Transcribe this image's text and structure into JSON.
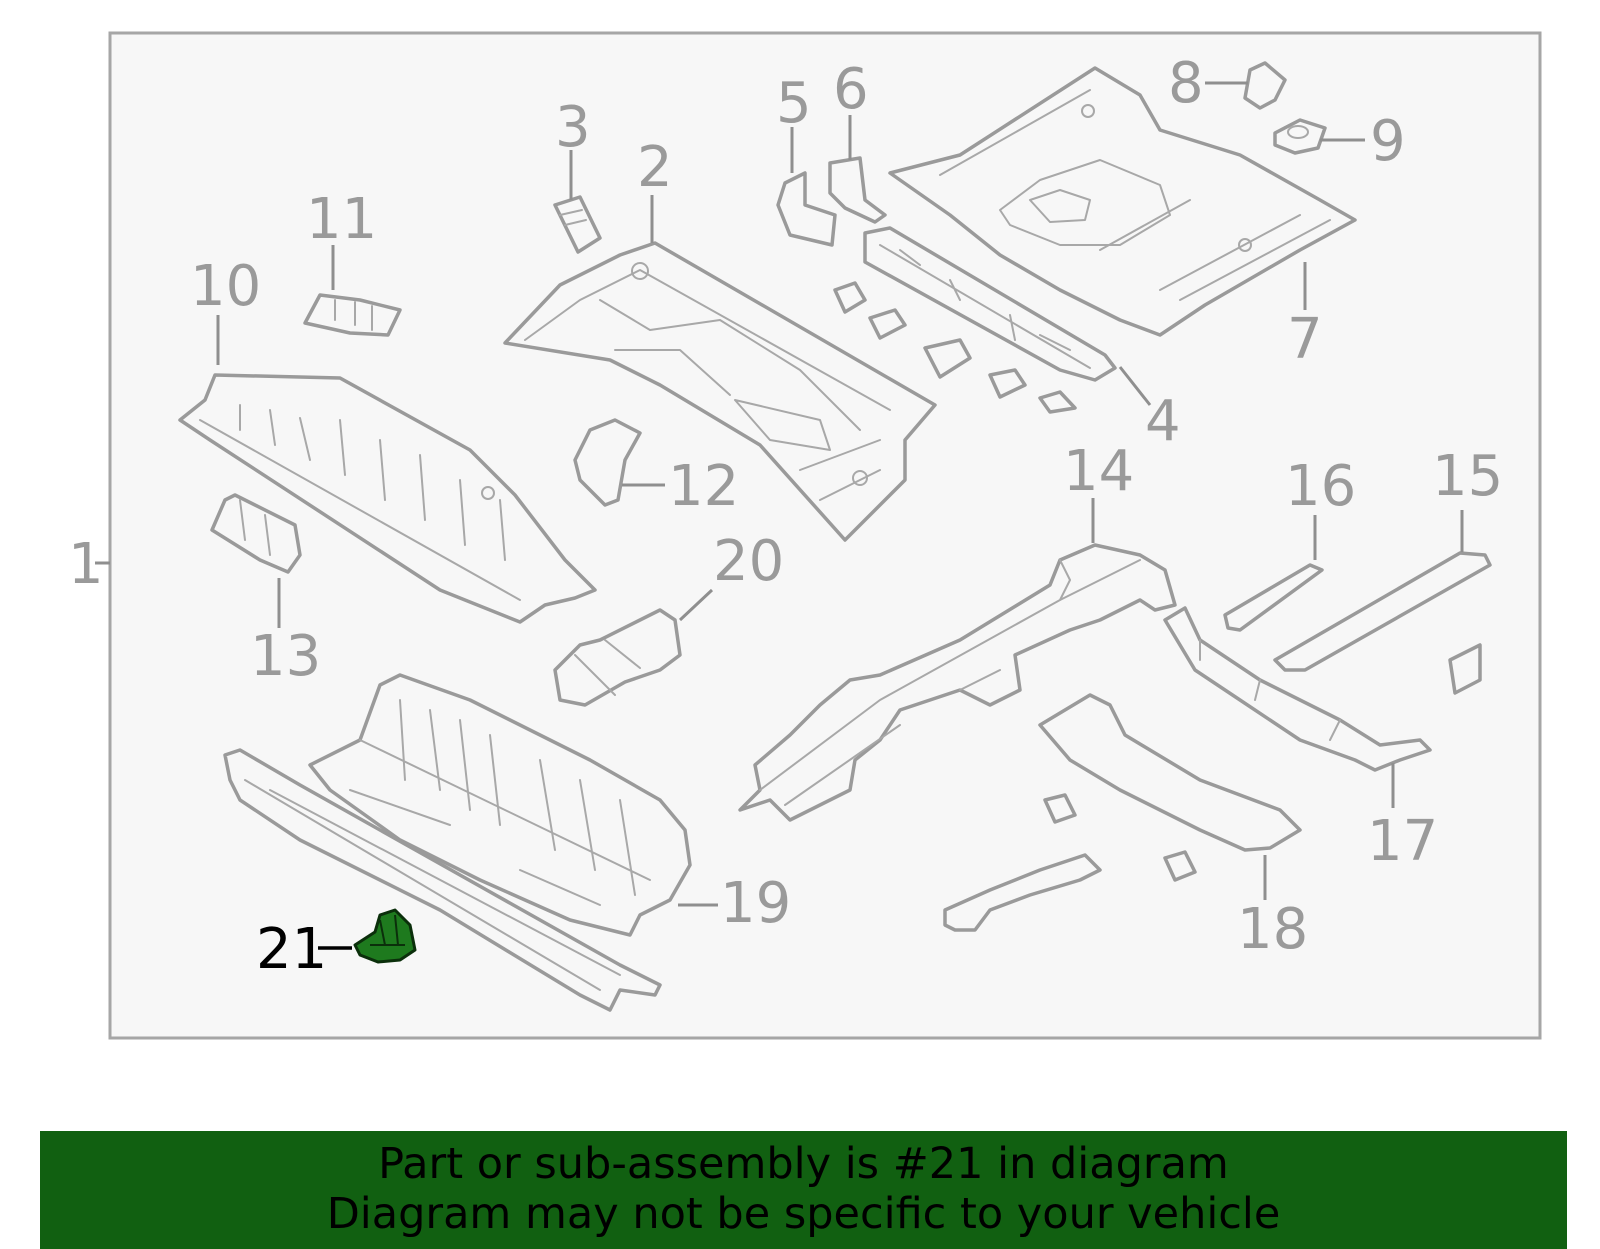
{
  "diagram": {
    "callouts": {
      "c1": "1",
      "c2": "2",
      "c3": "3",
      "c4": "4",
      "c5": "5",
      "c6": "6",
      "c7": "7",
      "c8": "8",
      "c9": "9",
      "c10": "10",
      "c11": "11",
      "c12": "12",
      "c13": "13",
      "c14": "14",
      "c15": "15",
      "c16": "16",
      "c17": "17",
      "c18": "18",
      "c19": "19",
      "c20": "20",
      "c21": "21"
    },
    "highlight_color": "#1e7a1e",
    "line_color": "#9a9a9a"
  },
  "banner": {
    "line1": "Part or sub-assembly is #21 in diagram",
    "line2": "Diagram may not be specific to your vehicle",
    "background": "#116011"
  }
}
